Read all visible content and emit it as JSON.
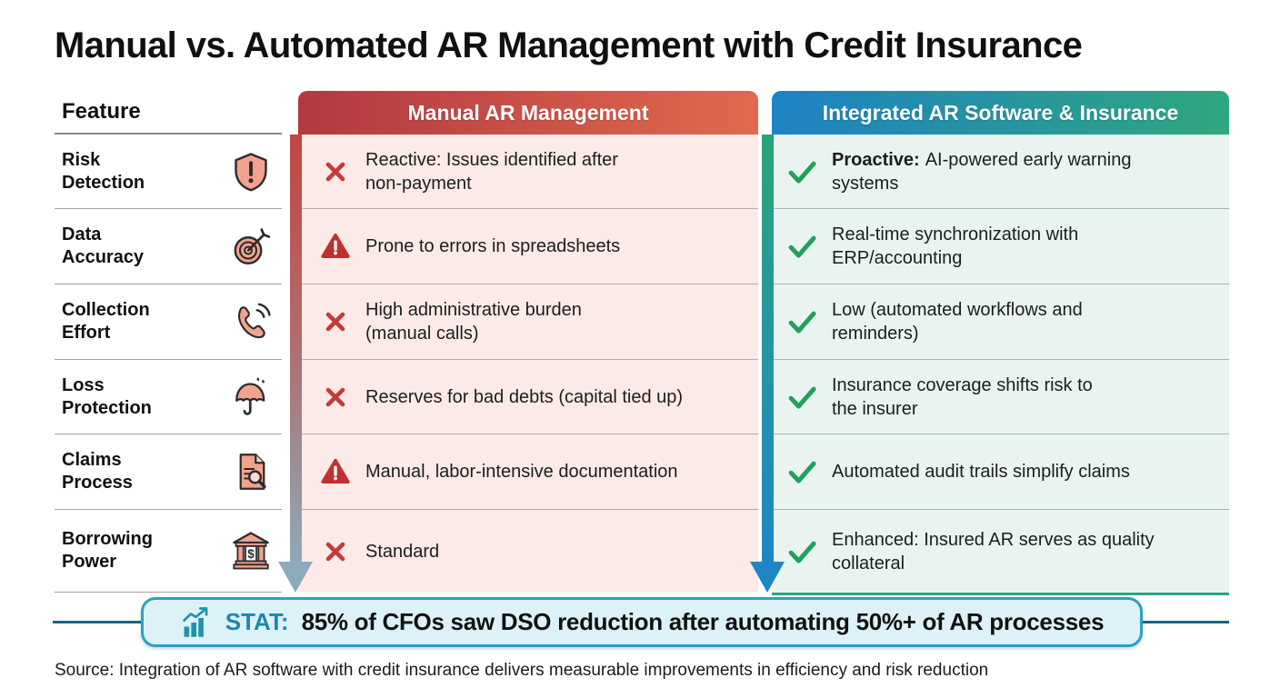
{
  "page": {
    "title_main": "Manual vs. Automated AR Management with ",
    "title_emphasis": "Credit Insurance",
    "source_note": "Source: Integration of AR software with credit insurance delivers measurable improvements in efficiency and risk reduction"
  },
  "table": {
    "feature_header": "Feature",
    "manual_header": "Manual AR Management",
    "integrated_header": "Integrated AR Software & Insurance",
    "rows": [
      {
        "feature_lines": [
          "Risk",
          "Detection"
        ],
        "icon": "shield-alert-icon",
        "manual": {
          "marker": "cross",
          "lines": [
            "Reactive: Issues identified after",
            "non-payment"
          ]
        },
        "integrated": {
          "marker": "check",
          "bold_prefix": "Proactive:",
          "lines": [
            "AI-powered early warning",
            "systems"
          ]
        }
      },
      {
        "feature_lines": [
          "Data",
          "Accuracy"
        ],
        "icon": "target-dart-icon",
        "manual": {
          "marker": "warning",
          "lines": [
            "Prone to errors in spreadsheets"
          ]
        },
        "integrated": {
          "marker": "check",
          "lines": [
            "Real-time synchronization with",
            "ERP/accounting"
          ]
        }
      },
      {
        "feature_lines": [
          "Collection",
          "Effort"
        ],
        "icon": "phone-waves-icon",
        "manual": {
          "marker": "cross",
          "lines": [
            "High administrative burden",
            "(manual calls)"
          ]
        },
        "integrated": {
          "marker": "check",
          "lines": [
            "Low (automated workflows and",
            "reminders)"
          ]
        }
      },
      {
        "feature_lines": [
          "Loss",
          "Protection"
        ],
        "icon": "umbrella-rain-icon",
        "manual": {
          "marker": "cross",
          "lines": [
            "Reserves for bad debts (capital tied up)"
          ]
        },
        "integrated": {
          "marker": "check",
          "lines": [
            "Insurance coverage shifts risk to",
            "the insurer"
          ]
        }
      },
      {
        "feature_lines": [
          "Claims",
          "Process"
        ],
        "icon": "document-search-icon",
        "manual": {
          "marker": "warning",
          "lines": [
            "Manual, labor-intensive documentation"
          ]
        },
        "integrated": {
          "marker": "check",
          "lines": [
            "Automated audit trails simplify claims"
          ]
        }
      },
      {
        "feature_lines": [
          "Borrowing",
          "Power"
        ],
        "icon": "bank-dollar-icon",
        "manual": {
          "marker": "cross",
          "lines": [
            "Standard"
          ]
        },
        "integrated": {
          "marker": "check",
          "lines": [
            "Enhanced: Insured AR serves as quality",
            "collateral"
          ]
        }
      }
    ]
  },
  "stat": {
    "icon": "growth-chart-icon",
    "label": "STAT:",
    "text": "85% of CFOs saw DSO reduction after automating 50%+ of AR processes"
  },
  "colors": {
    "manual_gradient_start": "#b23842",
    "manual_gradient_end": "#e06a4e",
    "integrated_gradient_start": "#1d82c3",
    "integrated_gradient_end": "#2fa77e",
    "manual_cell_bg": "#fbeae7",
    "integrated_cell_bg": "#e9f4f1",
    "cross_red": "#c43a38",
    "warning_red": "#c0312d",
    "check_green": "#22a05c",
    "icon_salmon": "#f2a28f",
    "stat_border": "#2f9fc2",
    "stat_bg": "#ddf1f8",
    "stat_label_teal": "#1b87b0",
    "arrow_left_end": "#8ea9ba",
    "arrow_right_end": "#1f86c4"
  }
}
